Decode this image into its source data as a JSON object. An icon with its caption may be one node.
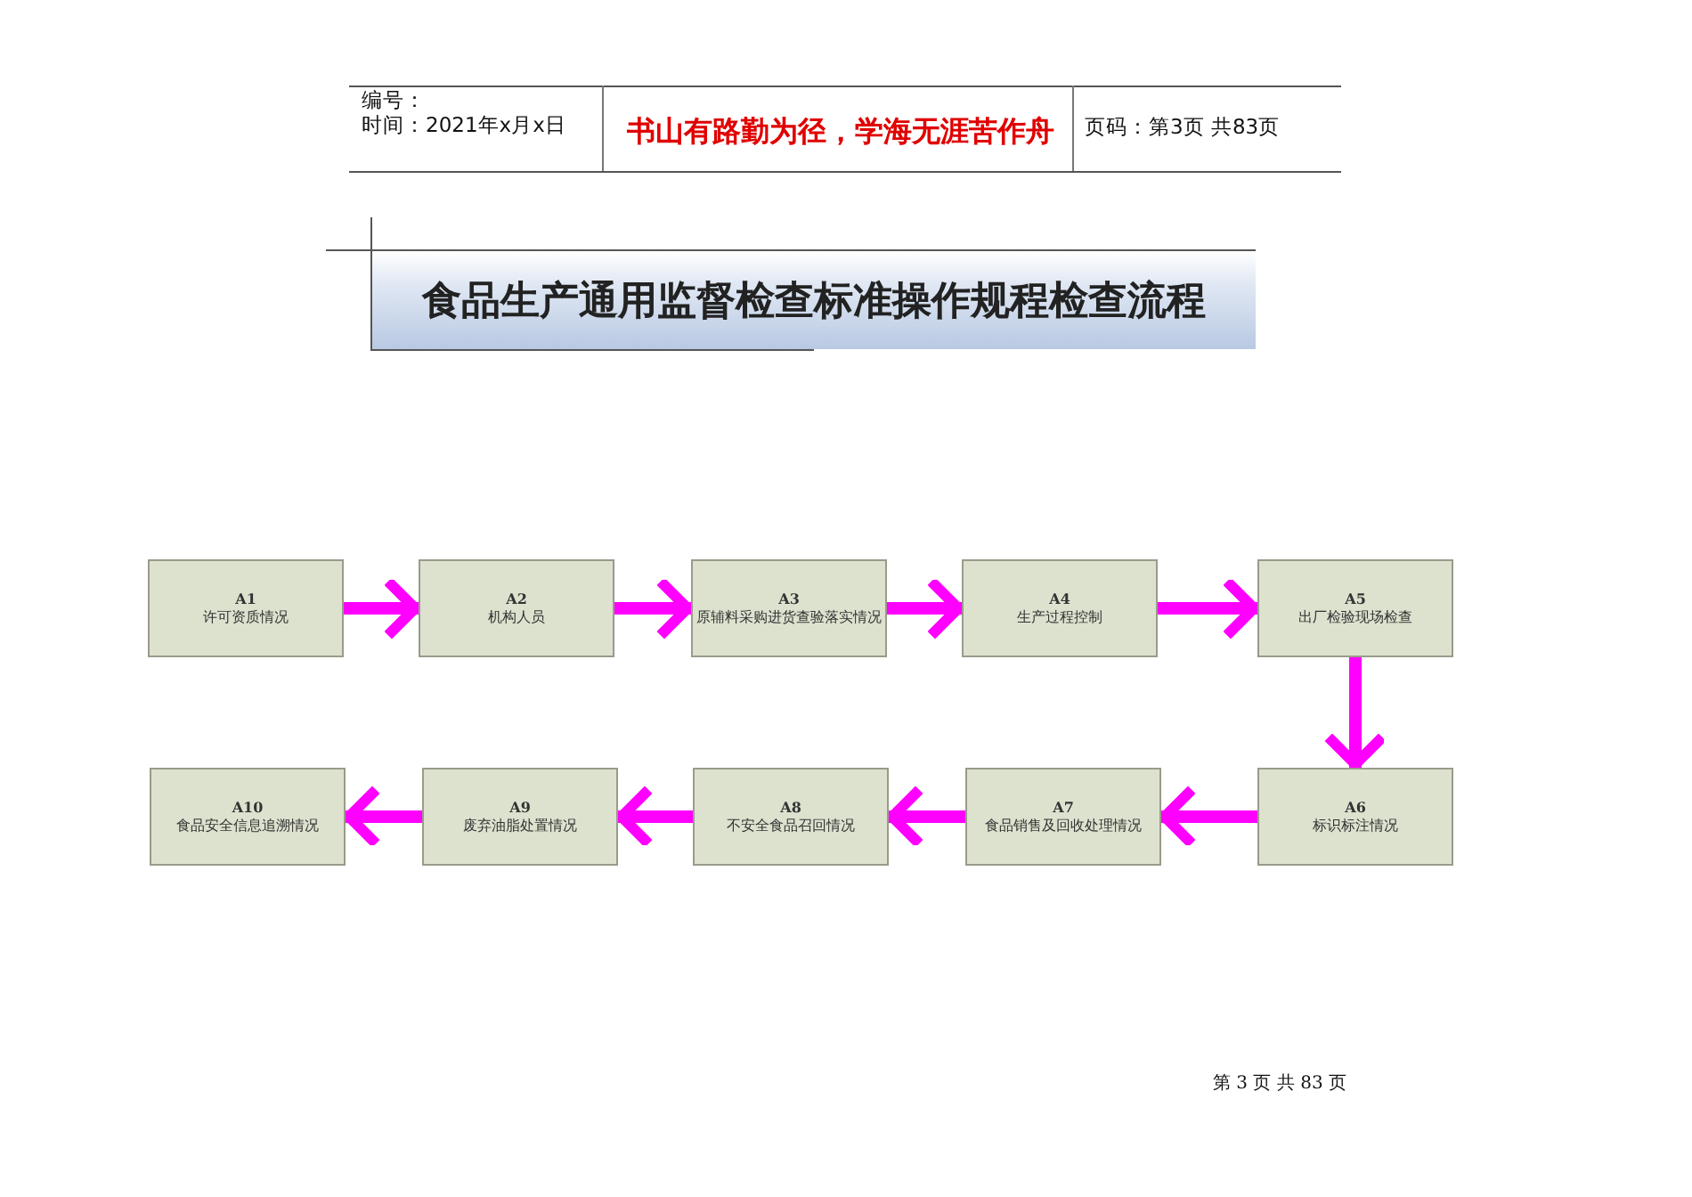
{
  "diagram": {
    "title": "食品生产通用监督检查标准操作规程检查流程",
    "nodes": [
      {
        "text": [
          "A1",
          "许可资质情况"
        ]
      },
      {
        "text": [
          "A2",
          "机构人员"
        ]
      },
      {
        "text": [
          "A3",
          "原辅料采购进货查验落实情况"
        ]
      },
      {
        "text": [
          "A4",
          "生产过程控制"
        ]
      },
      {
        "text": [
          "A5",
          "出厂检验现场检查"
        ]
      },
      {
        "text": [
          "A6",
          "标识标注情况"
        ]
      },
      {
        "text": [
          "A7",
          "食品销售及回收处理情况"
        ]
      },
      {
        "text": [
          "A8",
          "不安全食品召回情况"
        ]
      },
      {
        "text": [
          "A9",
          "废弃油脂处置情况"
        ]
      },
      {
        "text": [
          "A10",
          "食品安全信息追溯情况"
        ]
      }
    ],
    "edges": [
      {
        "from": 0,
        "to": 1,
        "arrow": "to"
      },
      {
        "from": 1,
        "to": 2,
        "arrow": "to"
      },
      {
        "from": 2,
        "to": 3,
        "arrow": "to"
      },
      {
        "from": 3,
        "to": 4,
        "arrow": "to"
      },
      {
        "from": 4,
        "to": 5,
        "arrow": "to"
      },
      {
        "from": 5,
        "to": 6,
        "arrow": "to"
      },
      {
        "from": 6,
        "to": 7,
        "arrow": "to"
      },
      {
        "from": 7,
        "to": 8,
        "arrow": "to"
      },
      {
        "from": 8,
        "to": 9,
        "arrow": "to"
      }
    ],
    "labels": [
      "编号：",
      "时间：2021年x月x日",
      "书山有路勤为径，学海无涯苦作舟",
      "页码：第3页 共83页",
      "第 3 页 共 83 页"
    ]
  }
}
